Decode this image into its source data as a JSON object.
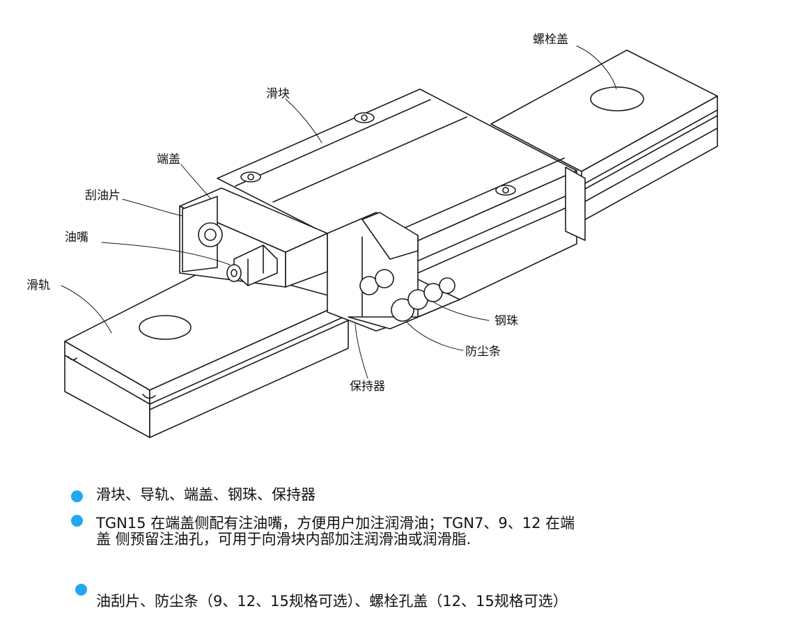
{
  "labels": {
    "bolt_cap": "螺栓盖",
    "block": "滑块",
    "end_cap": "端盖",
    "end_seal": "刮油片",
    "grease_nipple": "油嘴",
    "rail": "滑轨",
    "steel_ball": "钢珠",
    "bottom_seal": "防尘条",
    "retainer": "保持器"
  },
  "features": [
    {
      "text": "滑块、导轨、端盖、钢珠、保持器"
    },
    {
      "line1": "TGN15 在端盖侧配有注油嘴，方便用户加注润滑油；TGN7、9、12 在端",
      "line2": "盖 侧预留注油孔，可用于向滑块内部加注润滑油或润滑脂."
    },
    {
      "text": "油刮片、防尘条（9、12、15规格可选）、螺栓孔盖（12、15规格可选）"
    }
  ],
  "colors": {
    "bullet": "#21a8f0",
    "line": "#1a1a1a",
    "fill": "#ffffff"
  },
  "icons": {
    "bullet": "bullet-dot-icon"
  }
}
